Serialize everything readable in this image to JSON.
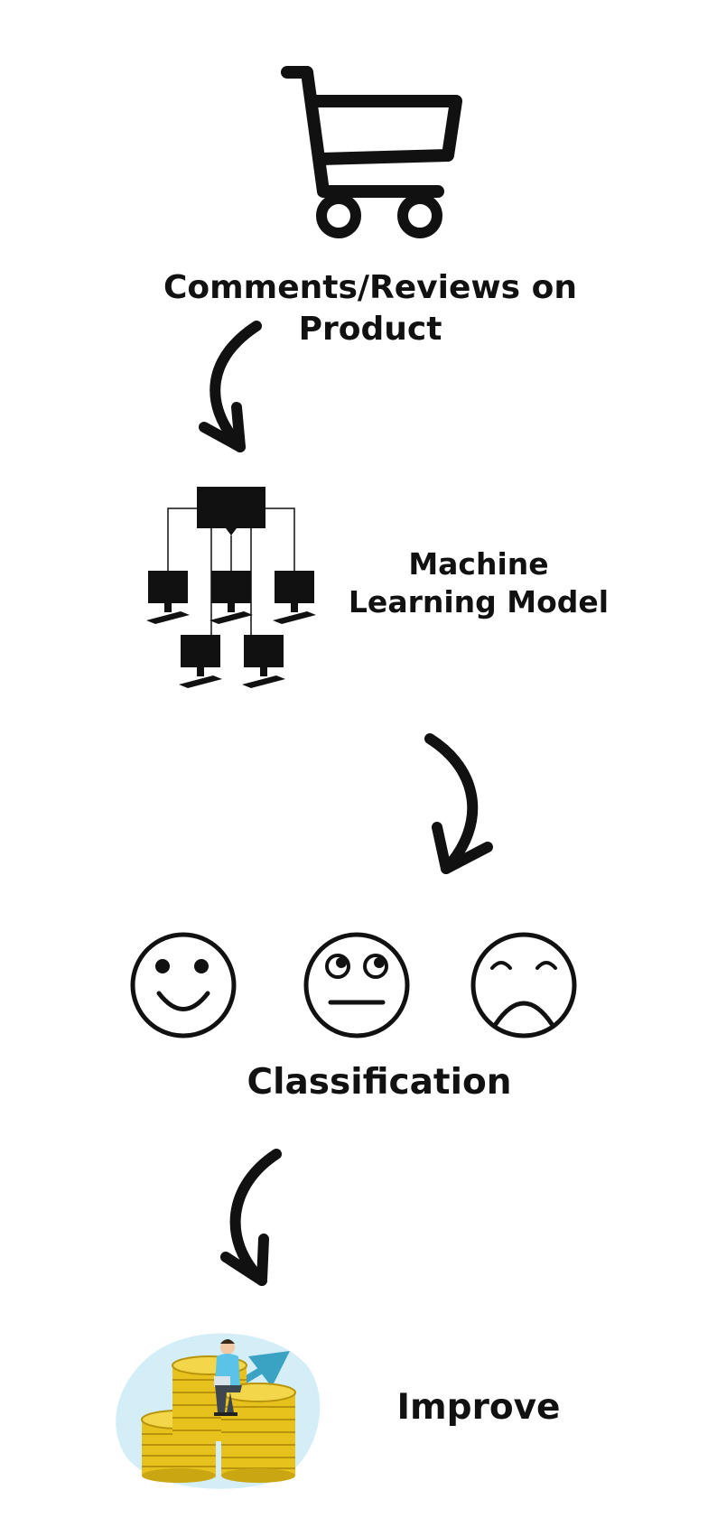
{
  "steps": {
    "reviews": {
      "label": "Comments/Reviews on Product",
      "icon": "shopping-cart-icon"
    },
    "model": {
      "label": "Machine Learning Model",
      "icon": "computer-network-icon"
    },
    "classification": {
      "label": "Classification",
      "icons": [
        "happy-face-icon",
        "neutral-face-icon",
        "sad-face-icon"
      ]
    },
    "improve": {
      "label": "Improve",
      "icon": "coins-growth-illustration"
    }
  },
  "colors": {
    "ink": "#111111",
    "coin_gold": "#e8c21c",
    "coin_shadow": "#b8940c",
    "blob_blue": "#d4eef8",
    "arrow_teal": "#3aa3c4",
    "shirt_blue": "#5bc3e8"
  }
}
